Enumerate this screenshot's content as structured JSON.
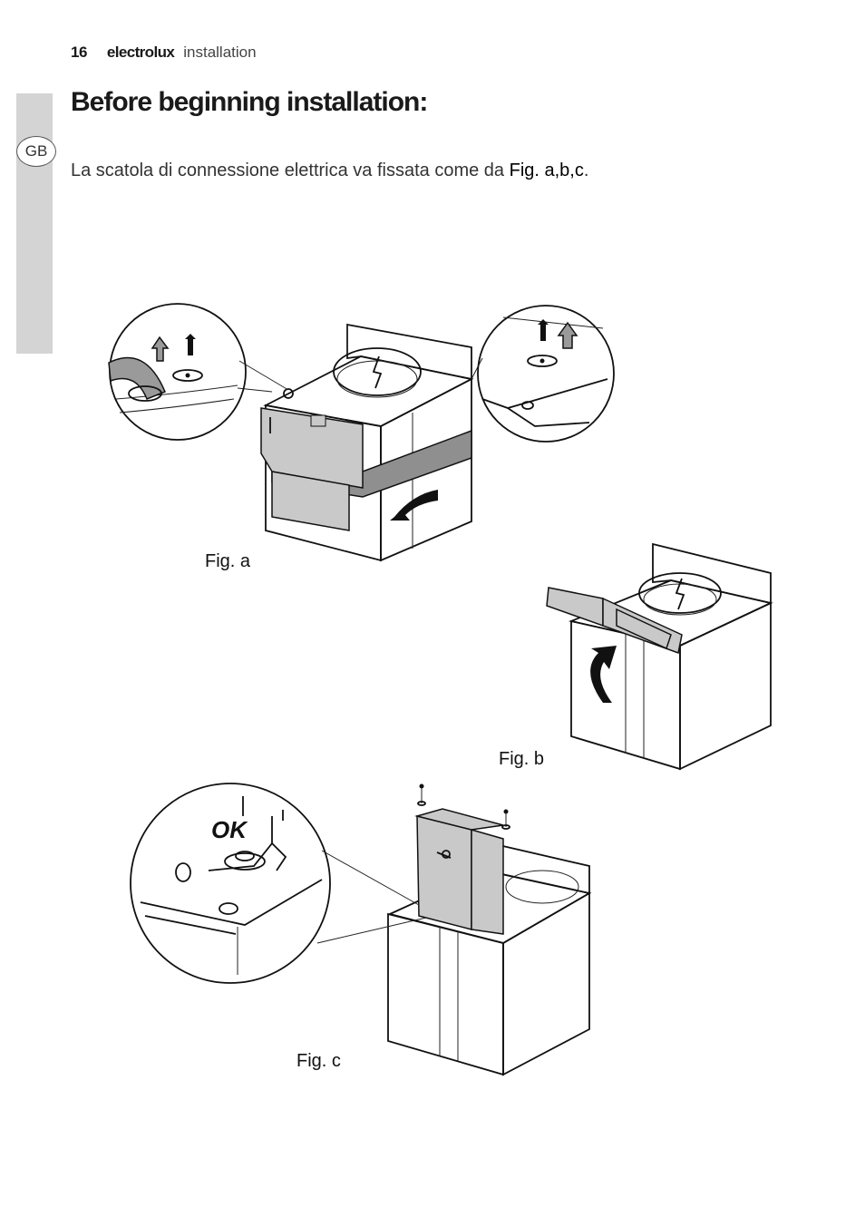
{
  "header": {
    "page_number": "16",
    "brand": "electrolux",
    "section": "installation"
  },
  "side_tab": {
    "language": "GB"
  },
  "title": "Before beginning installation:",
  "intro": {
    "text": "La scatola di connessione elettrica va fissata come da ",
    "figure_ref": "Fig. a,b,c",
    "end": "."
  },
  "figures": {
    "a": {
      "label": "Fig. a"
    },
    "b": {
      "label": "Fig. b"
    },
    "c": {
      "label": "Fig. c",
      "callout": "OK"
    }
  },
  "colors": {
    "side_tab": "#d4d4d4",
    "part_fill": "#c9c9c9",
    "band_fill": "#8f8f8f",
    "arrow_fill": "#9a9a9a"
  }
}
